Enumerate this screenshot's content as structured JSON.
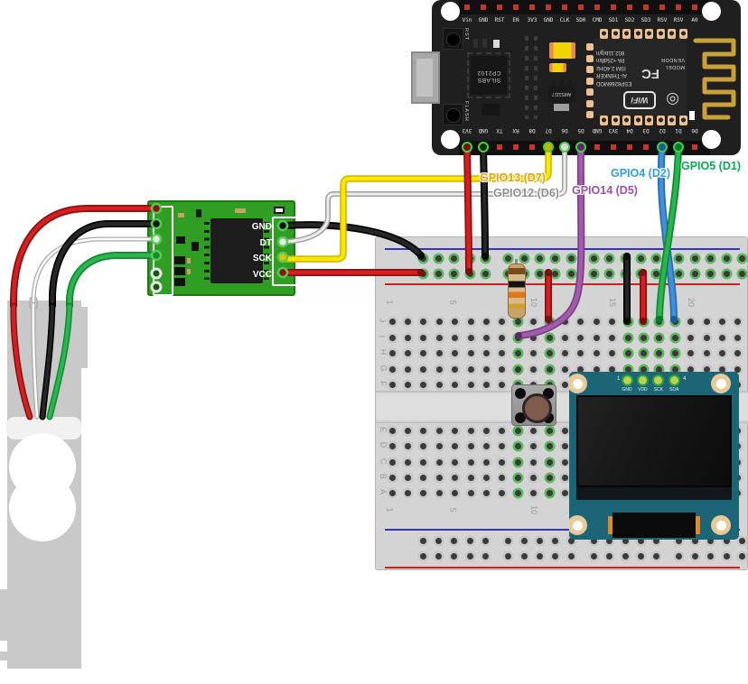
{
  "palette": {
    "red_o": "#8c1010",
    "red_c": "#d42020",
    "black_o": "#000000",
    "black_c": "#262626",
    "yellow_o": "#c9b400",
    "yellow_c": "#ffe600",
    "gray_o": "#9e9e9e",
    "gray_c": "#ededed",
    "purple_o": "#7b3f85",
    "purple_c": "#a35cab",
    "blue_o": "#2a6cb0",
    "blue_c": "#4090dd",
    "green_o": "#128a35",
    "green_c": "#2ab54d",
    "white_o": "#a9a9a9",
    "white_c": "#ffffff",
    "antenna": "#c9a13a",
    "lead": "#8a8a8a"
  },
  "gpio_labels": {
    "d7": {
      "text": "GPIO13 (D7)",
      "color": "#ee9d00"
    },
    "d6": {
      "text": "GPIO12 (D6)",
      "color": "#8d8d8d"
    },
    "d5": {
      "text": "GPIO14 (D5)",
      "color": "#a04fa8"
    },
    "d2": {
      "text": "GPIO4 (D2)",
      "color": "#2da0e8"
    },
    "d1": {
      "text": "GPIO5 (D1)",
      "color": "#0ca858"
    }
  },
  "nodemcu": {
    "top_pins": [
      "Vin",
      "GND",
      "RST",
      "EN",
      "3V3",
      "GND",
      "CLK",
      "SD0",
      "CMD",
      "SD1",
      "SD2",
      "SD3",
      "RSV",
      "RSV",
      "A0"
    ],
    "bottom_pins": [
      "3V3",
      "GND",
      "TX",
      "RX",
      "D8",
      "D7",
      "D6",
      "D5",
      "GND",
      "3V3",
      "D4",
      "D3",
      "D2",
      "D1",
      "D0"
    ],
    "connected_bottom_pins": [
      0,
      1,
      5,
      6,
      7,
      12,
      13
    ],
    "rst_label": "RST",
    "flash_label": "FLASH",
    "usb_chip_line1": "SILABS",
    "usb_chip_line2": "CP2102",
    "regulator": "AMS1117",
    "module": {
      "line1": "ESP8266MOD",
      "line2": "AI-THINKER",
      "line3": "ISM 2.4GHz",
      "line4": "PA +25dBm",
      "line5": "802.11b/g/n",
      "model": "MODEL",
      "vendor": "VENDOR",
      "fc": "FC",
      "wifi": "WiFi",
      "swirl": "◎"
    }
  },
  "hx711": {
    "pin_labels": [
      "GND",
      "DT",
      "SCK",
      "VCC"
    ]
  },
  "oled": {
    "pin_labels": [
      "GND",
      "VDD",
      "SCK",
      "SDA"
    ],
    "first_pin_number": "1",
    "last_pin_number": "4"
  },
  "breadboard": {
    "row_letters_top": [
      "J",
      "I",
      "H",
      "G",
      "F"
    ],
    "row_letters_bottom": [
      "E",
      "D",
      "C",
      "B",
      "A"
    ],
    "column_numbers": [
      "1",
      "5",
      "10",
      "15",
      "20"
    ],
    "numbered_cols": [
      0,
      4,
      9,
      14,
      19
    ],
    "green_cols_top": [
      8,
      10,
      15,
      16,
      17,
      18
    ],
    "green_cols_bottom": [
      8,
      10
    ]
  }
}
